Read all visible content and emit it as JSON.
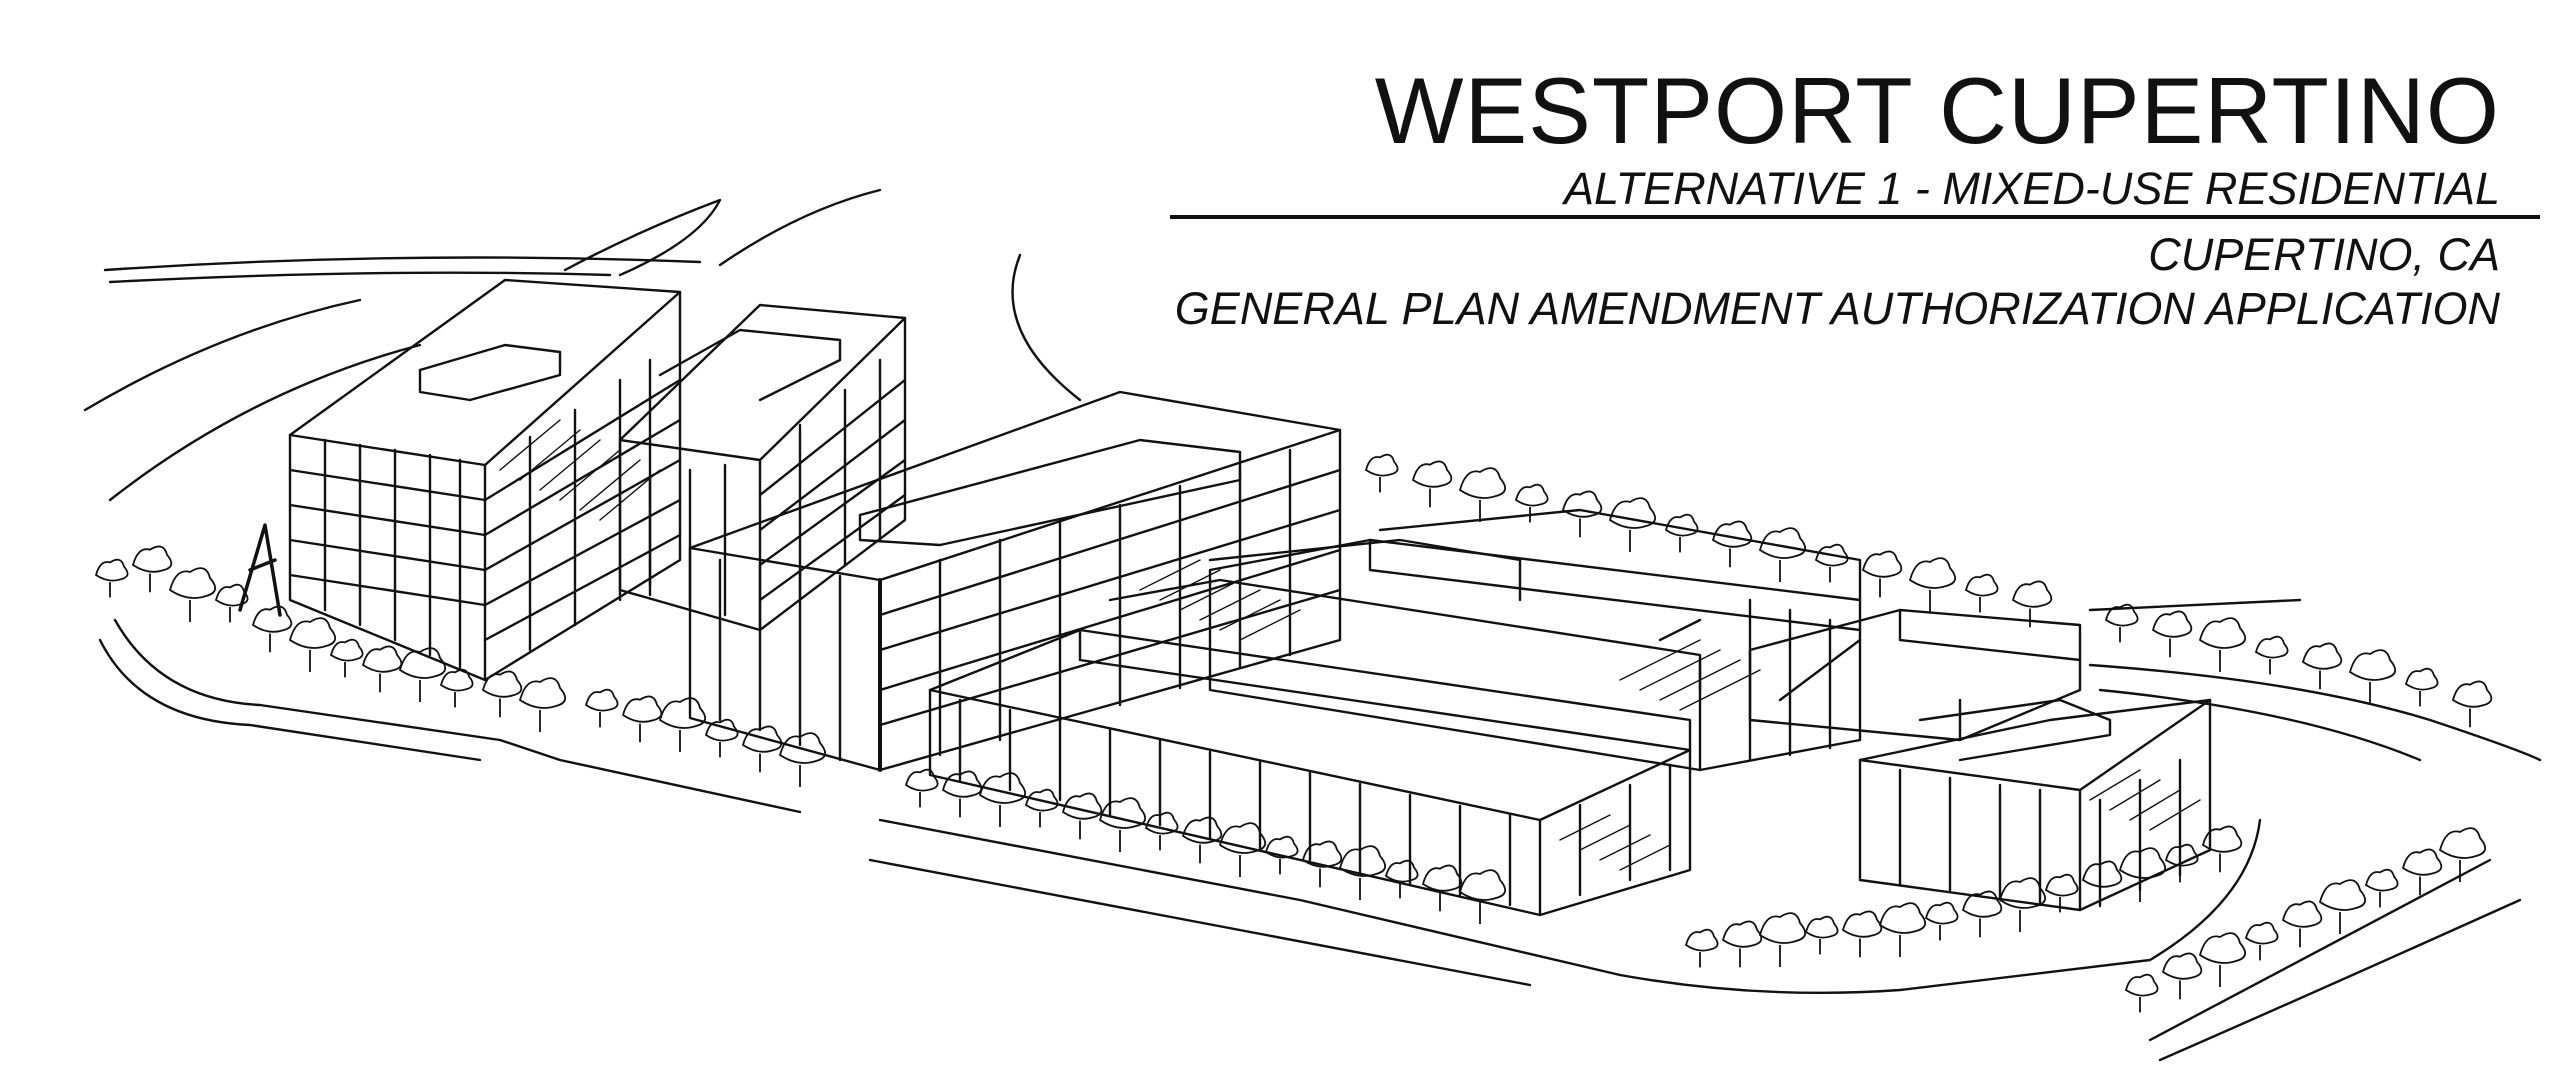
{
  "title": {
    "main": "WESTPORT CUPERTINO",
    "subtitle": "ALTERNATIVE 1 - MIXED-USE RESIDENTIAL",
    "location": "CUPERTINO, CA",
    "application": "GENERAL PLAN AMENDMENT AUTHORIZATION APPLICATION"
  },
  "colors": {
    "ink": "#111111",
    "paper": "#ffffff"
  }
}
